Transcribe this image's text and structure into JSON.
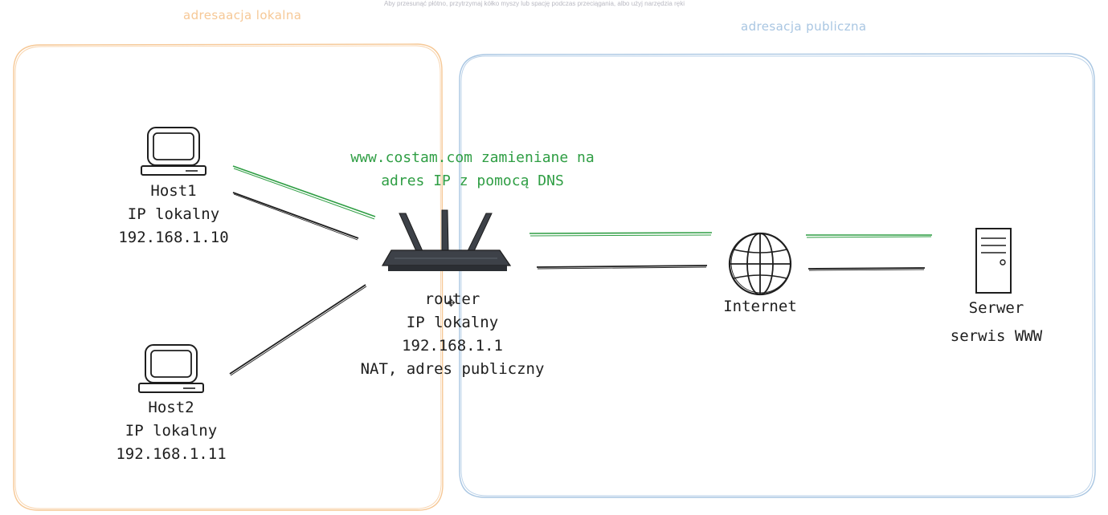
{
  "toolbar_hint": "Aby przesunąć płótno, przytrzymaj kółko myszy lub spację podczas przeciągania, albo użyj narzędzia ręki",
  "zones": {
    "local": {
      "title": "adresaacja lokalna",
      "color": "#f6c896"
    },
    "public": {
      "title": "adresacja publiczna",
      "color": "#a9c6e2"
    }
  },
  "nodes": {
    "host1": {
      "icon": "computer-icon",
      "lines": [
        "Host1",
        "IP lokalny",
        "192.168.1.10"
      ]
    },
    "host2": {
      "icon": "computer-icon",
      "lines": [
        "Host2",
        "IP lokalny",
        "192.168.1.11"
      ]
    },
    "router": {
      "icon": "router-icon",
      "lines": [
        "router",
        "IP lokalny",
        "192.168.1.1",
        "NAT, adres publiczny"
      ]
    },
    "internet": {
      "icon": "globe-icon",
      "lines": [
        "Internet"
      ]
    },
    "server": {
      "icon": "server-icon",
      "lines": [
        "Serwer",
        "serwis WWW"
      ]
    }
  },
  "annotation": {
    "lines": [
      "www.costam.com zamieniane na",
      "adres IP z pomocą DNS"
    ],
    "color": "#2f9e44"
  },
  "colors": {
    "ink": "#1e1e1e",
    "request_arrow": "#2f9e44",
    "icon_dark": "#3d4148"
  }
}
